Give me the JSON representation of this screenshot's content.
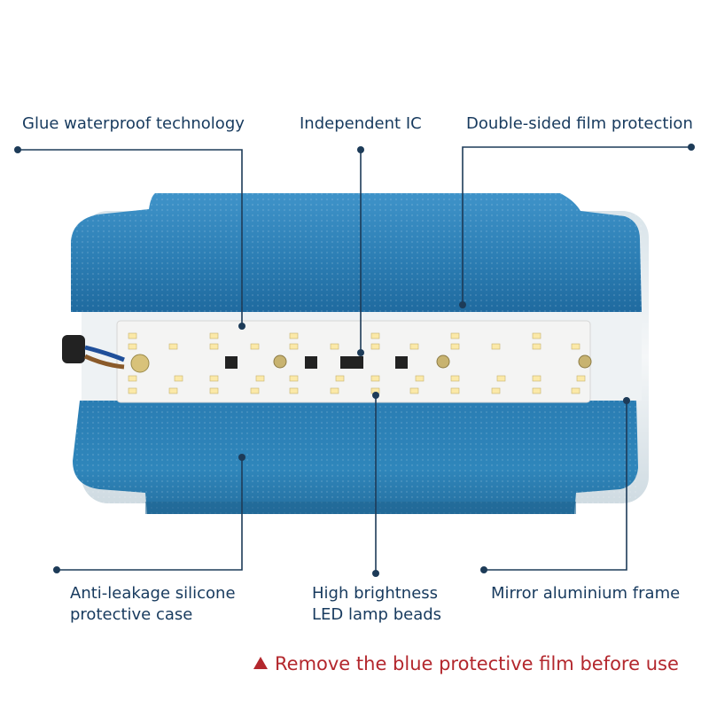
{
  "labels": {
    "glue": "Glue waterproof technology",
    "ic": "Independent IC",
    "film": "Double-sided film protection",
    "case_line1": "Anti-leakage silicone",
    "case_line2": "protective case",
    "beads_line1": "High brightness",
    "beads_line2": "LED lamp beads",
    "frame": "Mirror aluminium frame"
  },
  "warning": "Remove the blue protective film before use",
  "colors": {
    "label_text": "#173a5e",
    "leader_line": "#1d3b58",
    "warning": "#b3272d",
    "film_blue": "#2d7fb3",
    "board": "#f3f3f3"
  }
}
